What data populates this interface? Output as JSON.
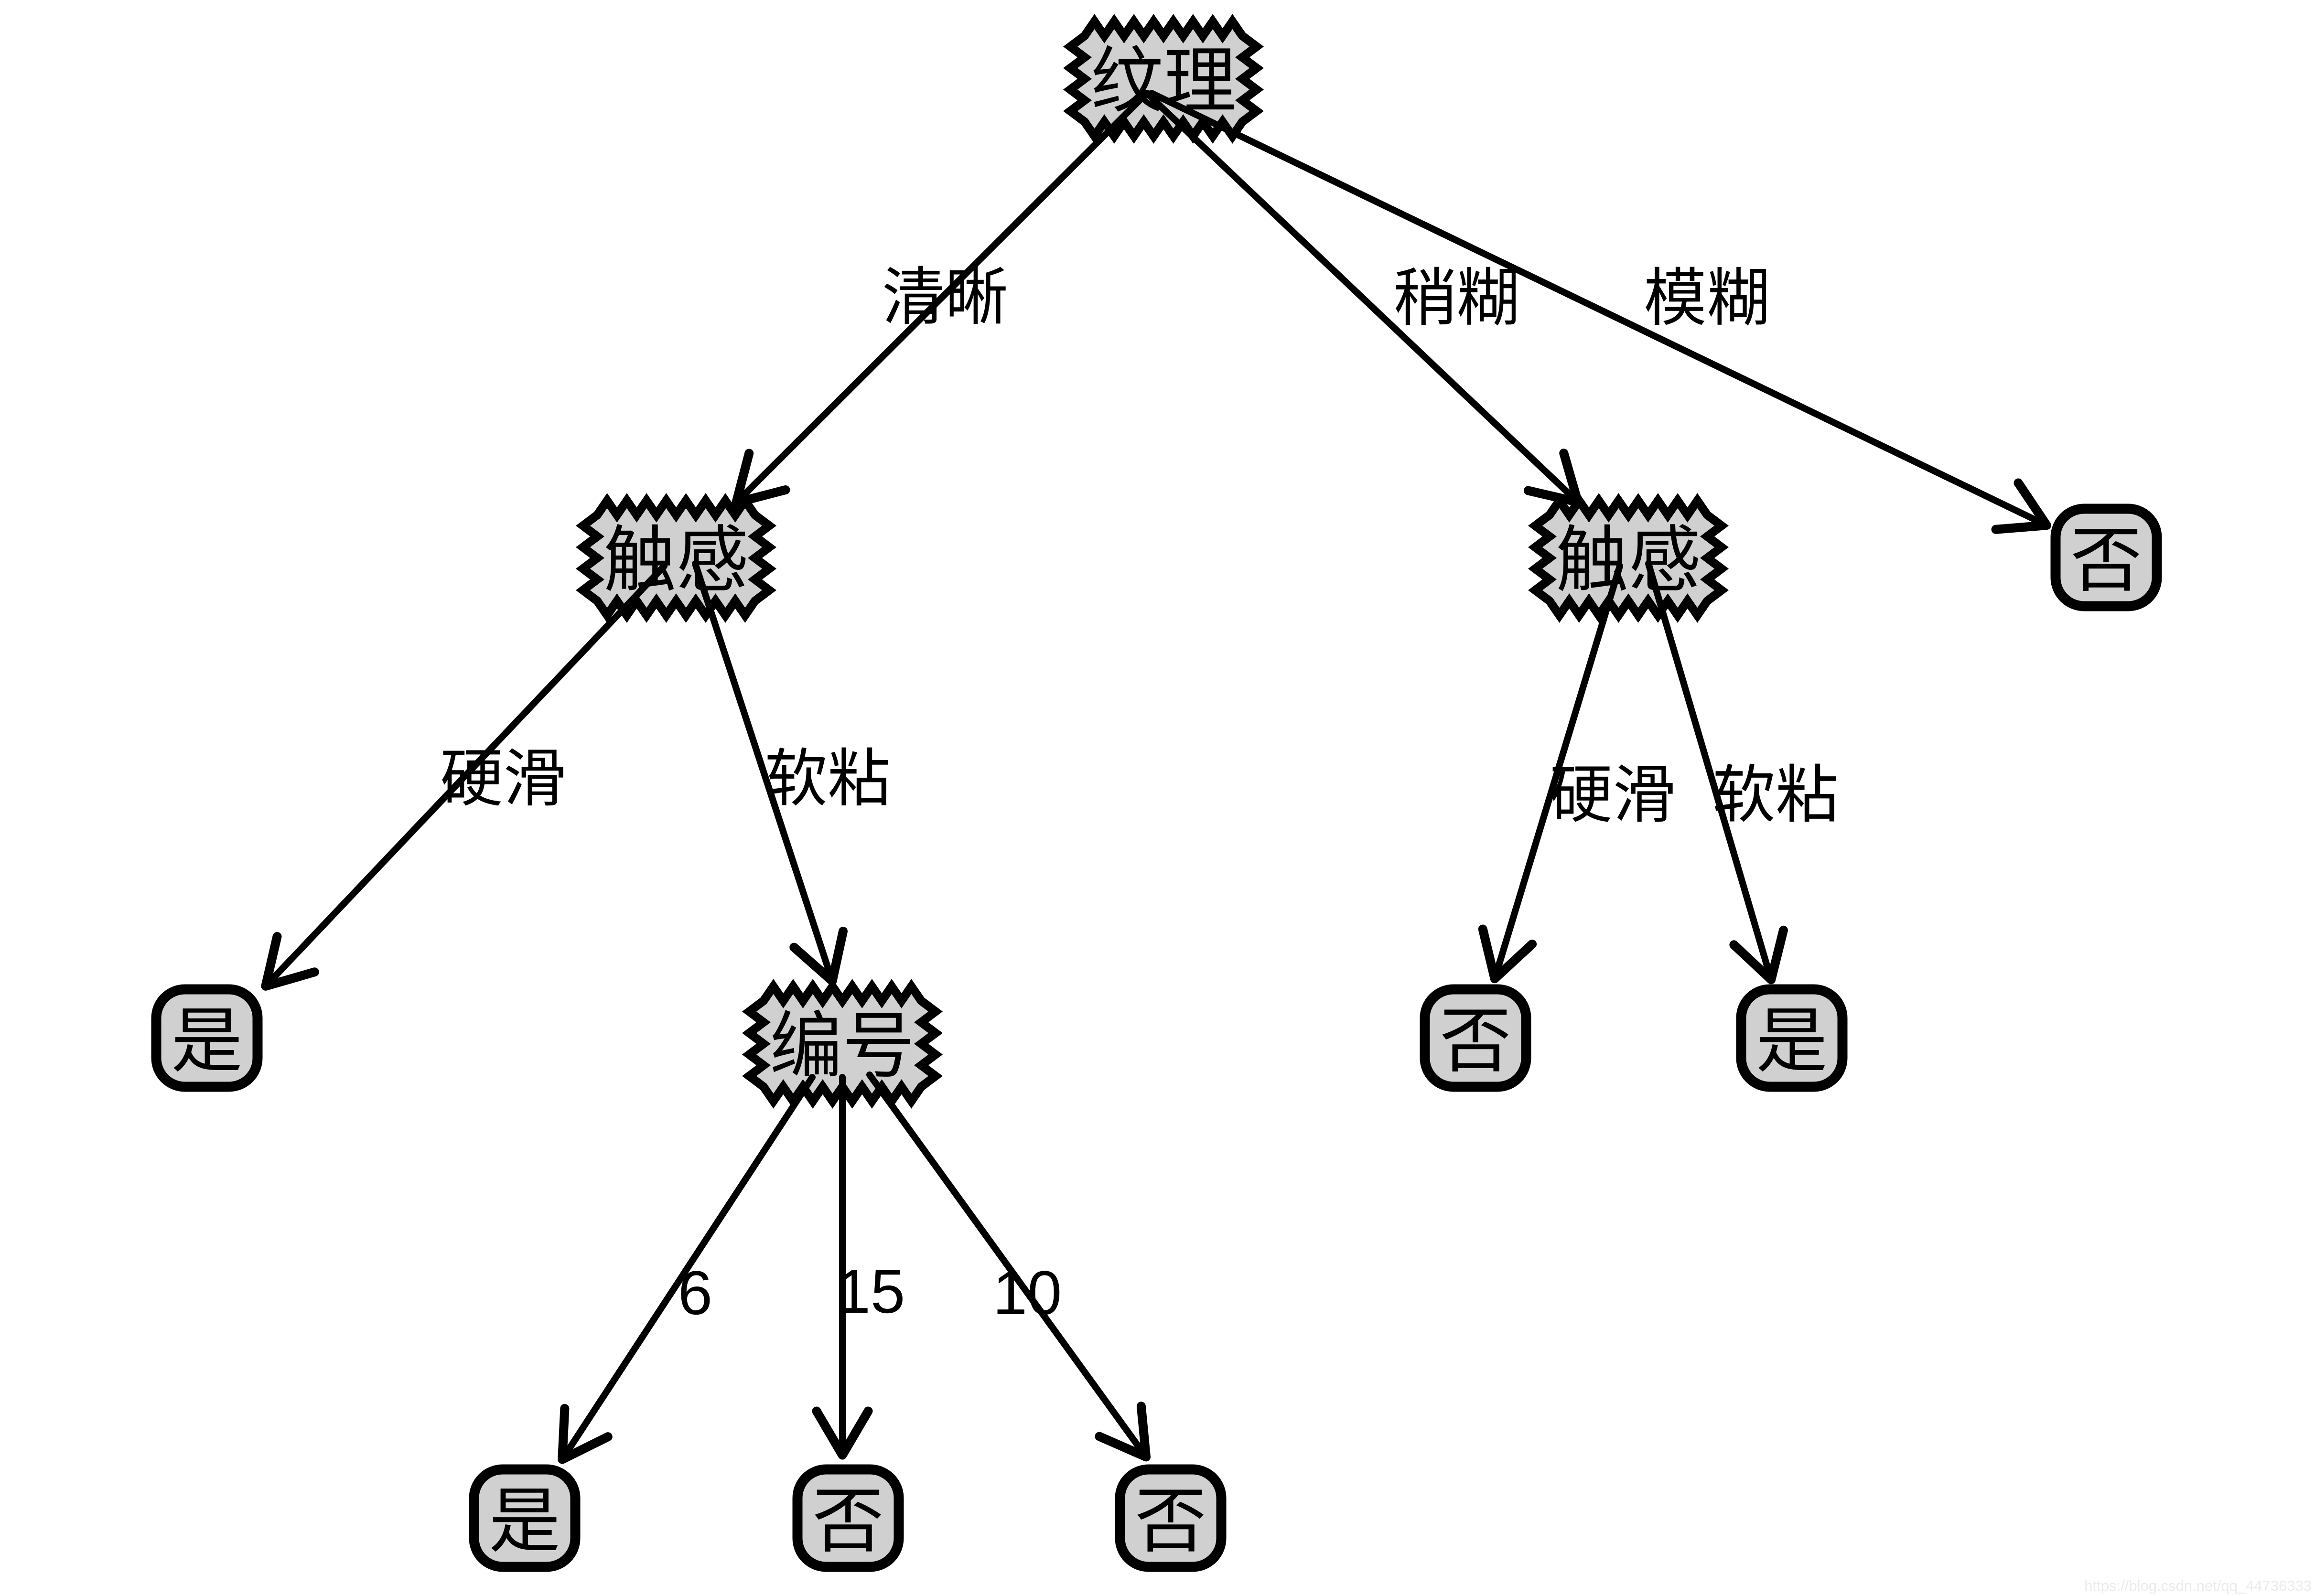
{
  "diagram": {
    "type": "decision-tree",
    "colors": {
      "background": "#ffffff",
      "node_fill": "#d0d0d0",
      "stroke": "#000000",
      "watermark_text": "#ebebeb"
    },
    "nodes": [
      {
        "id": "root",
        "label": "纹理",
        "type": "decision"
      },
      {
        "id": "touch-left",
        "label": "触感",
        "type": "decision"
      },
      {
        "id": "touch-right",
        "label": "触感",
        "type": "decision"
      },
      {
        "id": "number",
        "label": "编号",
        "type": "decision"
      },
      {
        "id": "leaf-no-topright",
        "label": "否",
        "type": "leaf"
      },
      {
        "id": "leaf-yes-left",
        "label": "是",
        "type": "leaf"
      },
      {
        "id": "leaf-no-midright",
        "label": "否",
        "type": "leaf"
      },
      {
        "id": "leaf-yes-right",
        "label": "是",
        "type": "leaf"
      },
      {
        "id": "leaf-yes-bottom",
        "label": "是",
        "type": "leaf"
      },
      {
        "id": "leaf-no-bottom1",
        "label": "否",
        "type": "leaf"
      },
      {
        "id": "leaf-no-bottom2",
        "label": "否",
        "type": "leaf"
      }
    ],
    "edges": [
      {
        "from": "root",
        "to": "touch-left",
        "label": "清晰"
      },
      {
        "from": "root",
        "to": "touch-right",
        "label": "稍糊"
      },
      {
        "from": "root",
        "to": "leaf-no-topright",
        "label": "模糊"
      },
      {
        "from": "touch-left",
        "to": "leaf-yes-left",
        "label": "硬滑"
      },
      {
        "from": "touch-left",
        "to": "number",
        "label": "软粘"
      },
      {
        "from": "touch-right",
        "to": "leaf-no-midright",
        "label": "硬滑"
      },
      {
        "from": "touch-right",
        "to": "leaf-yes-right",
        "label": "软粘"
      },
      {
        "from": "number",
        "to": "leaf-yes-bottom",
        "label": "6"
      },
      {
        "from": "number",
        "to": "leaf-no-bottom1",
        "label": "15"
      },
      {
        "from": "number",
        "to": "leaf-no-bottom2",
        "label": "10"
      }
    ],
    "watermark": "https://blog.csdn.net/qq_44736333"
  }
}
